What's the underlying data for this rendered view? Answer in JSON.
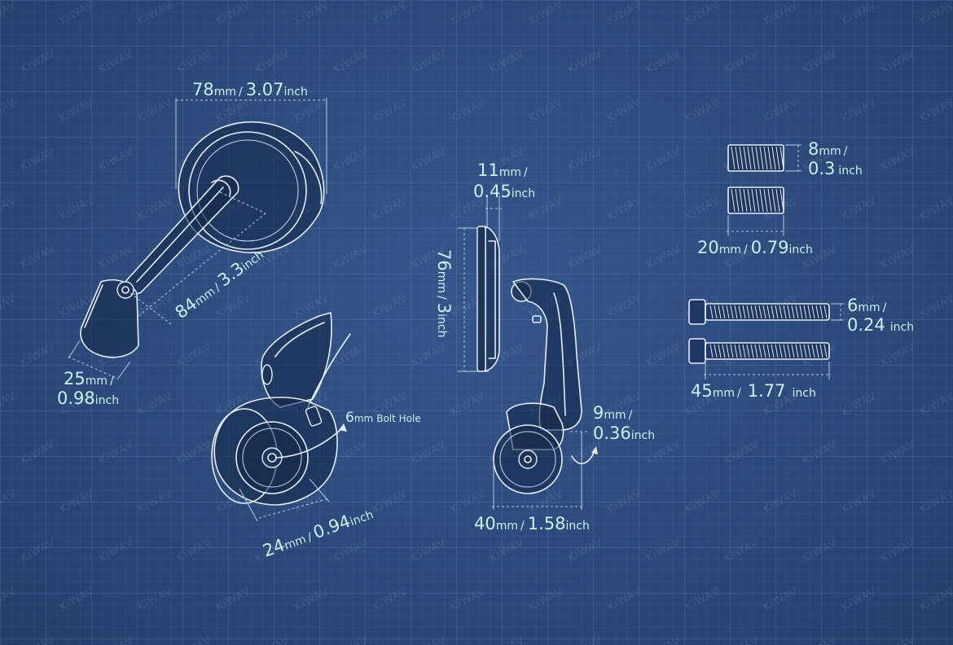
{
  "watermark": "KiWAV",
  "dimensions": {
    "top_width": {
      "num": "78",
      "mm": "mm",
      "sep": "/",
      "inch_num": "3.07",
      "inch": "inch"
    },
    "arm_length": {
      "num": "84",
      "mm": "mm",
      "sep": "/",
      "inch_num": "3.3",
      "inch": "inch"
    },
    "clamp_width": {
      "num": "25",
      "mm": "mm",
      "sep": "/",
      "inch_num": "0.98",
      "inch": "inch"
    },
    "bolt_hole": {
      "num": "6",
      "mm": "mm",
      "label": "Bolt Hole"
    },
    "clamp_bore": {
      "num": "24",
      "mm": "mm",
      "sep": "/",
      "inch_num": "0.94",
      "inch": "inch"
    },
    "mirror_depth": {
      "num": "11",
      "mm": "mm",
      "sep": "/",
      "inch_num": "0.45",
      "inch": "inch"
    },
    "mirror_height": {
      "num": "76",
      "mm": "mm",
      "sep": "/",
      "inch_num": "3",
      "inch": "inch"
    },
    "clamp_gap": {
      "num": "9",
      "mm": "mm",
      "sep": "/",
      "inch_num": "0.36",
      "inch": "inch"
    },
    "side_base": {
      "num": "40",
      "mm": "mm",
      "sep": "/",
      "inch_num": "1.58",
      "inch": "inch"
    },
    "screw_dia": {
      "num": "8",
      "mm": "mm",
      "sep": "/",
      "inch_num": "0.3",
      "inch": "inch"
    },
    "screw_len": {
      "num": "20",
      "mm": "mm",
      "sep": "/",
      "inch_num": "0.79",
      "inch": "inch"
    },
    "bolt_dia": {
      "num": "6",
      "mm": "mm",
      "sep": "/",
      "inch_num": "0.24",
      "inch": "inch"
    },
    "bolt_len": {
      "num": "45",
      "mm": "mm",
      "sep": "/",
      "inch_num": "1.77",
      "inch": "inch"
    }
  }
}
